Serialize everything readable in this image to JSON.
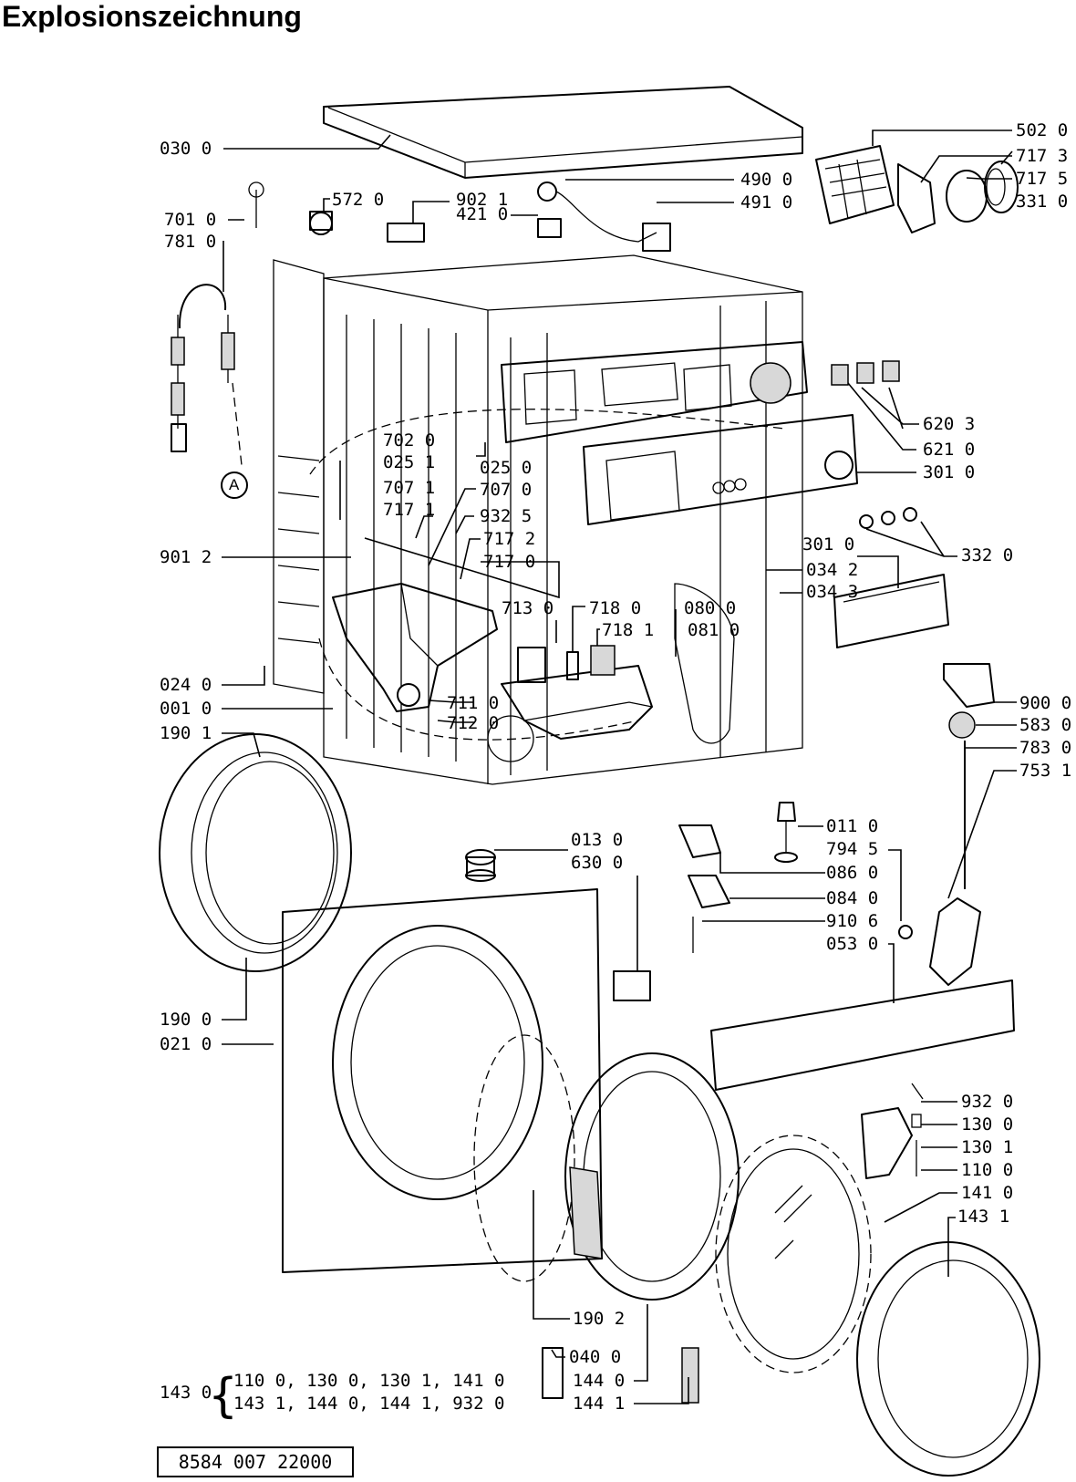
{
  "title": "Explosionszeichnung",
  "document_number": "8584 007 22000",
  "callouts": [
    {
      "id": "c-030-0",
      "text": "030 0"
    },
    {
      "id": "c-572-0",
      "text": "572 0"
    },
    {
      "id": "c-902-1",
      "text": "902 1"
    },
    {
      "id": "c-490-0",
      "text": "490 0"
    },
    {
      "id": "c-491-0",
      "text": "491 0"
    },
    {
      "id": "c-421-0",
      "text": "421 0"
    },
    {
      "id": "c-701-0",
      "text": "701 0"
    },
    {
      "id": "c-781-0",
      "text": "781 0"
    },
    {
      "id": "c-502-0",
      "text": "502 0"
    },
    {
      "id": "c-717-3",
      "text": "717 3"
    },
    {
      "id": "c-717-5",
      "text": "717 5"
    },
    {
      "id": "c-331-0",
      "text": "331 0"
    },
    {
      "id": "c-620-3",
      "text": "620 3"
    },
    {
      "id": "c-621-0",
      "text": "621 0"
    },
    {
      "id": "c-301-0a",
      "text": "301 0"
    },
    {
      "id": "c-702-0",
      "text": "702 0"
    },
    {
      "id": "c-025-1",
      "text": "025 1"
    },
    {
      "id": "c-025-0",
      "text": "025 0"
    },
    {
      "id": "c-707-1",
      "text": "707 1"
    },
    {
      "id": "c-707-0",
      "text": "707 0"
    },
    {
      "id": "c-717-1",
      "text": "717 1"
    },
    {
      "id": "c-932-5",
      "text": "932 5"
    },
    {
      "id": "c-901-2",
      "text": "901 2"
    },
    {
      "id": "c-717-2",
      "text": "717 2"
    },
    {
      "id": "c-717-0",
      "text": "717 0"
    },
    {
      "id": "c-301-0b",
      "text": "301 0"
    },
    {
      "id": "c-332-0",
      "text": "332 0"
    },
    {
      "id": "c-034-2",
      "text": "034 2"
    },
    {
      "id": "c-034-3",
      "text": "034 3"
    },
    {
      "id": "c-713-0",
      "text": "713 0"
    },
    {
      "id": "c-718-0",
      "text": "718 0"
    },
    {
      "id": "c-718-1",
      "text": "718 1"
    },
    {
      "id": "c-080-0",
      "text": "080 0"
    },
    {
      "id": "c-081-0",
      "text": "081 0"
    },
    {
      "id": "c-024-0",
      "text": "024 0"
    },
    {
      "id": "c-001-0",
      "text": "001 0"
    },
    {
      "id": "c-711-0",
      "text": "711 0"
    },
    {
      "id": "c-712-0",
      "text": "712 0"
    },
    {
      "id": "c-190-1",
      "text": "190 1"
    },
    {
      "id": "c-900-0",
      "text": "900 0"
    },
    {
      "id": "c-583-0",
      "text": "583 0"
    },
    {
      "id": "c-783-0",
      "text": "783 0"
    },
    {
      "id": "c-753-1",
      "text": "753 1"
    },
    {
      "id": "c-011-0",
      "text": "011 0"
    },
    {
      "id": "c-013-0",
      "text": "013 0"
    },
    {
      "id": "c-630-0",
      "text": "630 0"
    },
    {
      "id": "c-794-5",
      "text": "794 5"
    },
    {
      "id": "c-086-0",
      "text": "086 0"
    },
    {
      "id": "c-084-0",
      "text": "084 0"
    },
    {
      "id": "c-910-6",
      "text": "910 6"
    },
    {
      "id": "c-053-0",
      "text": "053 0"
    },
    {
      "id": "c-190-0",
      "text": "190 0"
    },
    {
      "id": "c-021-0",
      "text": "021 0"
    },
    {
      "id": "c-932-0",
      "text": "932 0"
    },
    {
      "id": "c-130-0",
      "text": "130 0"
    },
    {
      "id": "c-130-1",
      "text": "130 1"
    },
    {
      "id": "c-110-0",
      "text": "110 0"
    },
    {
      "id": "c-141-0",
      "text": "141 0"
    },
    {
      "id": "c-143-1",
      "text": "143 1"
    },
    {
      "id": "c-190-2",
      "text": "190 2"
    },
    {
      "id": "c-040-0",
      "text": "040 0"
    },
    {
      "id": "c-144-0",
      "text": "144 0"
    },
    {
      "id": "c-144-1",
      "text": "144 1"
    },
    {
      "id": "c-143-0",
      "text": "143 0"
    }
  ],
  "kit_list": {
    "line1": "110 0, 130 0, 130 1, 141 0",
    "line2": "143 1, 144 0, 144 1, 932 0"
  },
  "marker": "A"
}
